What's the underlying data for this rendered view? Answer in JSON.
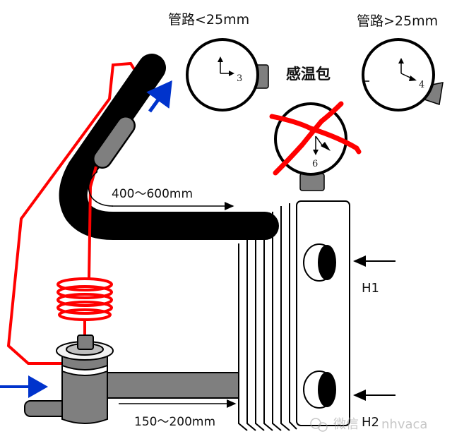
{
  "labels": {
    "pipe_small": "管路<25mm",
    "pipe_large": "管路>25mm",
    "sensor_bulb": "感温包",
    "distance_bulb": "400～600mm",
    "distance_valve": "150～200mm",
    "h1": "H1",
    "h2": "H2"
  },
  "clock_positions": {
    "small_pipe": "3",
    "large_pipe": "4",
    "wrong": "6"
  },
  "watermark": {
    "prefix": "微信",
    "id": "nhvaca"
  },
  "colors": {
    "capillary": "#ff0000",
    "flow_arrow": "#0033cc",
    "pipe": "#000000",
    "component": "#7f7f7f"
  }
}
